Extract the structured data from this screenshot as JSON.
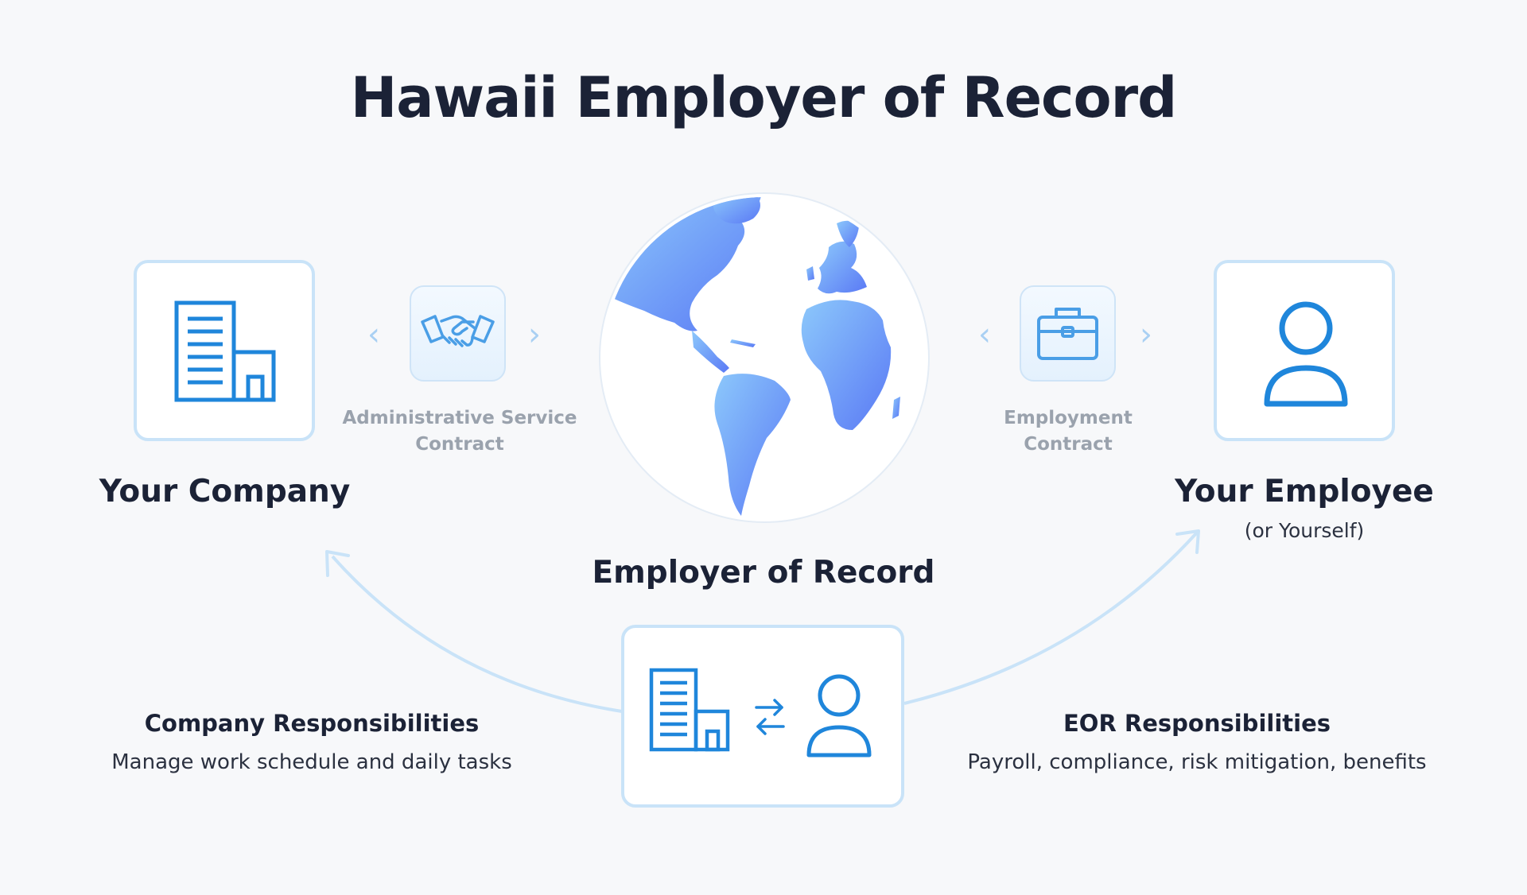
{
  "title": "Hawaii Employer of Record",
  "left_party": {
    "name": "Your Company",
    "icon": "office-building-icon"
  },
  "right_party": {
    "name": "Your Employee",
    "note": "(or Yourself)",
    "icon": "person-icon"
  },
  "left_contract": {
    "line1": "Administrative Service",
    "line2": "Contract",
    "icon": "handshake-icon"
  },
  "right_contract": {
    "line1": "Employment",
    "line2": "Contract",
    "icon": "briefcase-icon"
  },
  "center": {
    "label": "Employer of Record",
    "icon": "globe-icon"
  },
  "bottom_card": {
    "icons": [
      "office-building-icon",
      "swap-arrows-icon",
      "person-icon"
    ]
  },
  "company_responsibilities": {
    "title": "Company Responsibilities",
    "text": "Manage work schedule and daily tasks"
  },
  "eor_responsibilities": {
    "title": "EOR Responsibilities",
    "text": "Payroll, compliance, risk mitigation, benefits"
  },
  "colors": {
    "accent_blue": "#1f86db",
    "light_blue": "#c9e3f8",
    "title_dark": "#1b2236",
    "muted_gray": "#9aa2ad",
    "globe_light": "#8cc8fb",
    "globe_dark": "#5a79f5"
  }
}
